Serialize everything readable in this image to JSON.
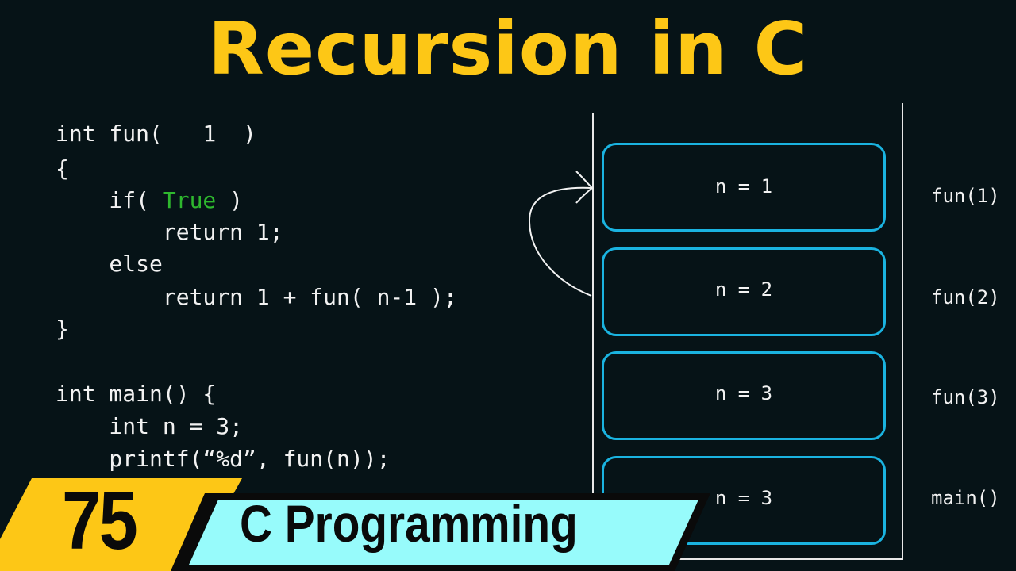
{
  "title": "Recursion in C",
  "code": {
    "lines": [
      "int fun(   1  )",
      "{",
      "    if( ",
      "        return 1;",
      "    else",
      "        return 1 + fun( n-1 );",
      "}",
      "",
      "int main() {",
      "    int n = 3;",
      "    printf(“%d”, fun(n));"
    ],
    "condition_keyword": "True",
    "condition_close": " )"
  },
  "stack": {
    "frames": [
      {
        "value": "n = 1",
        "label": "fun(1)"
      },
      {
        "value": "n = 2",
        "label": "fun(2)"
      },
      {
        "value": "n = 3",
        "label": "fun(3)"
      },
      {
        "value": "n = 3",
        "label": "main()"
      }
    ]
  },
  "banner": {
    "episode": "75",
    "series": "C Programming"
  },
  "colors": {
    "title": "#fdc716",
    "frame_border": "#1ab3e0",
    "keyword_true": "#2eb82e",
    "banner_number_bg": "#fdc716",
    "banner_series_bg": "#97fbfb"
  }
}
